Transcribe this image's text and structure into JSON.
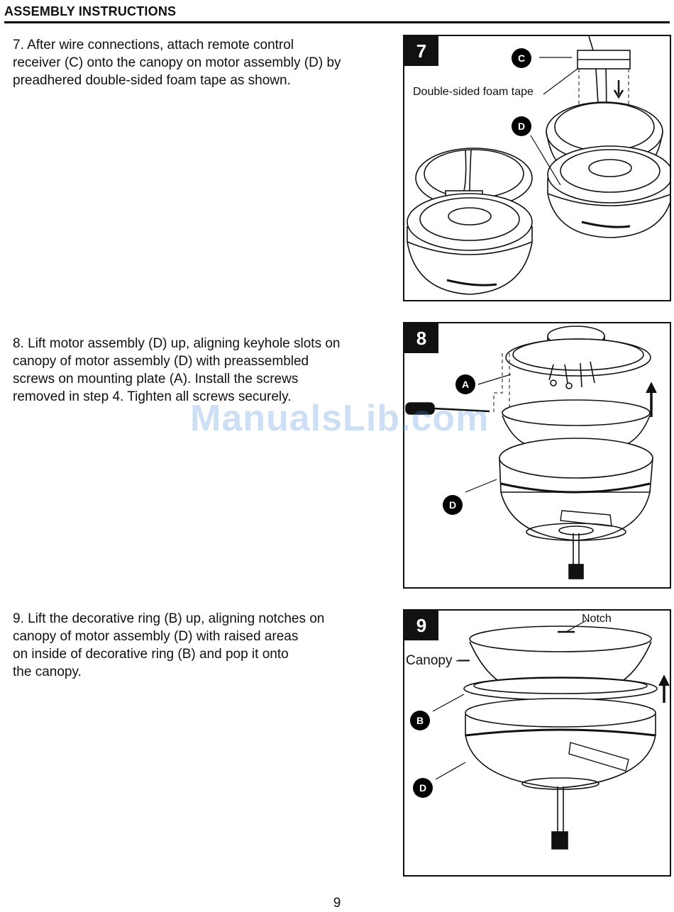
{
  "header": {
    "title": "ASSEMBLY INSTRUCTIONS"
  },
  "steps": [
    {
      "number": "7",
      "text": "7. After wire connections, attach remote control\nreceiver (C) onto the canopy on motor assembly (D) by\npreadhered double-sided foam tape as shown.",
      "figure": {
        "badge": "7",
        "labels": {
          "tape": "Double-sided foam tape"
        },
        "callouts": {
          "c": "C",
          "d": "D"
        }
      }
    },
    {
      "number": "8",
      "text": "8. Lift motor assembly (D) up, aligning keyhole slots on\ncanopy of motor assembly (D) with preassembled\nscrews on mounting plate (A). Install the screws\nremoved in step 4. Tighten all screws securely.",
      "figure": {
        "badge": "8",
        "callouts": {
          "a": "A",
          "d": "D"
        }
      }
    },
    {
      "number": "9",
      "text": "9. Lift the decorative ring (B) up, aligning notches on\ncanopy of motor assembly (D) with raised areas\non inside of decorative ring (B) and pop it onto\nthe canopy.",
      "figure": {
        "badge": "9",
        "labels": {
          "notch": "Notch",
          "canopy": "Canopy —"
        },
        "callouts": {
          "b": "B",
          "d": "D"
        }
      }
    }
  ],
  "watermark": "ManualsLib.com",
  "page_number": "9"
}
